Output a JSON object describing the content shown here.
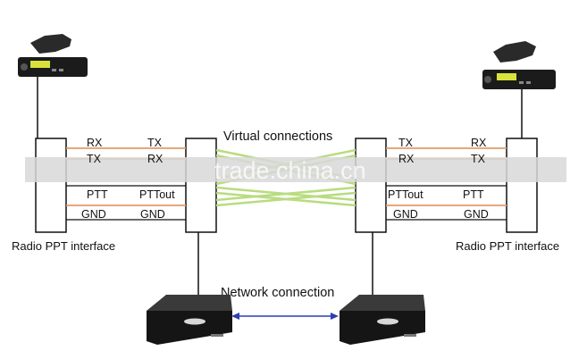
{
  "labels": {
    "virtual_connections": "Virtual connections",
    "network_connection": "Network connection",
    "left_interface": "Radio PPT interface",
    "right_interface": "Radio PPT interface",
    "watermark": "trade.china.cn"
  },
  "left_signals": {
    "rx": "RX",
    "tx": "TX",
    "ptt": "PTT",
    "pttout": "PTTout",
    "gnd_a": "GND",
    "gnd_b": "GND",
    "tx_hidden": "TX",
    "rx_hidden": "RX"
  },
  "right_signals": {
    "tx": "TX",
    "rx": "RX",
    "pttout": "PTTout",
    "ptt": "PTT",
    "gnd_a": "GND",
    "gnd_b": "GND",
    "rx_hidden": "RX",
    "tx_hidden": "TX"
  },
  "colors": {
    "orange_wire": "#e39a6a",
    "green_wire": "#b9dc80",
    "network_link": "#2b3fb0",
    "box_outline": "#111111"
  }
}
